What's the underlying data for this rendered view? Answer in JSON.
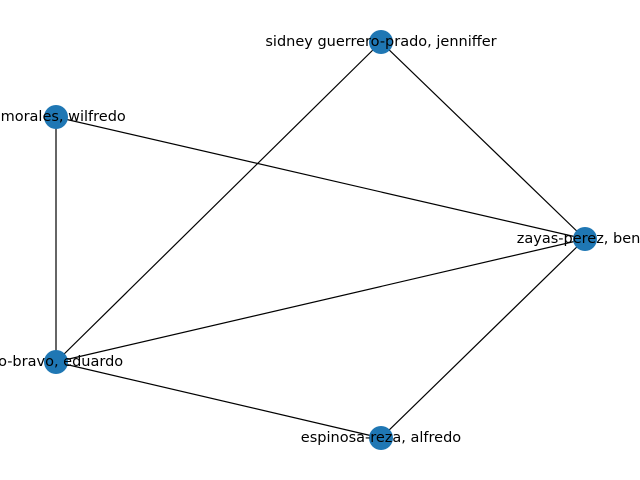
{
  "graph": {
    "node_color": "#1f77b4",
    "edge_color": "#000000",
    "nodes": [
      {
        "id": "n1",
        "label": "sidney guerrero-prado, jenniffer"
      },
      {
        "id": "n2",
        "label": "o-morales, wilfredo"
      },
      {
        "id": "n3",
        "label": "zayas-perez, benja"
      },
      {
        "id": "n4",
        "label": "do-bravo, eduardo"
      },
      {
        "id": "n5",
        "label": "espinosa-reza, alfredo"
      }
    ],
    "edges": [
      {
        "source": "n1",
        "target": "n3"
      },
      {
        "source": "n1",
        "target": "n4"
      },
      {
        "source": "n2",
        "target": "n3"
      },
      {
        "source": "n2",
        "target": "n4"
      },
      {
        "source": "n4",
        "target": "n3"
      },
      {
        "source": "n4",
        "target": "n5"
      },
      {
        "source": "n5",
        "target": "n3"
      }
    ]
  }
}
